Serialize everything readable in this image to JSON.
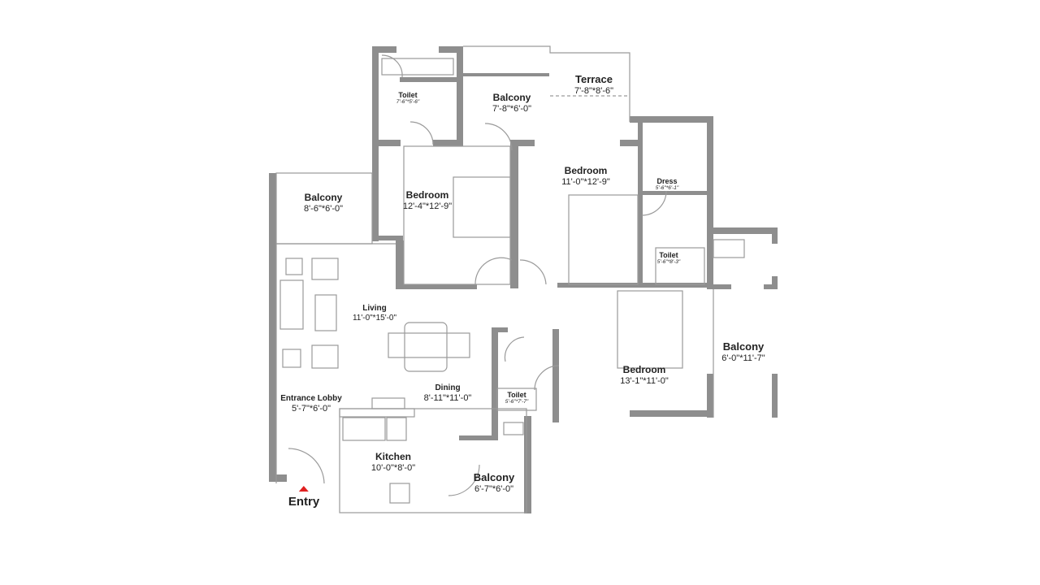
{
  "rooms": [
    {
      "id": "toilet-1",
      "name": "Toilet",
      "dims": "7'-6\"*5'-6\""
    },
    {
      "id": "balcony-top",
      "name": "Balcony",
      "dims": "7'-8\"*6'-0\""
    },
    {
      "id": "terrace",
      "name": "Terrace",
      "dims": "7'-8\"*8'-6\""
    },
    {
      "id": "balcony-left",
      "name": "Balcony",
      "dims": "8'-6\"*6'-0\""
    },
    {
      "id": "bedroom-1",
      "name": "Bedroom",
      "dims": "12'-4\"*12'-9\""
    },
    {
      "id": "bedroom-2",
      "name": "Bedroom",
      "dims": "11'-0\"*12'-9\""
    },
    {
      "id": "dress",
      "name": "Dress",
      "dims": "5'-6\"*6'-1\""
    },
    {
      "id": "toilet-2",
      "name": "Toilet",
      "dims": "5'-6\"*8'-3\""
    },
    {
      "id": "living",
      "name": "Living",
      "dims": "11'-0\"*15'-0\""
    },
    {
      "id": "dining",
      "name": "Dining",
      "dims": "8'-11\"*11'-0\""
    },
    {
      "id": "entrance-lobby",
      "name": "Entrance Lobby",
      "dims": "5'-7\"*6'-0\""
    },
    {
      "id": "kitchen",
      "name": "Kitchen",
      "dims": "10'-0\"*8'-0\""
    },
    {
      "id": "balcony-kitchen",
      "name": "Balcony",
      "dims": "6'-7\"*6'-0\""
    },
    {
      "id": "toilet-3",
      "name": "Toilet",
      "dims": "5'-6\"*7'-7\""
    },
    {
      "id": "bedroom-3",
      "name": "Bedroom",
      "dims": "13'-1\"*11'-0\""
    },
    {
      "id": "balcony-right",
      "name": "Balcony",
      "dims": "6'-0\"*11'-7\""
    }
  ],
  "entry": {
    "label": "Entry",
    "marker_color": "#e02020"
  },
  "colors": {
    "wall": "#8e8e8e",
    "line": "#9a9a9a"
  }
}
